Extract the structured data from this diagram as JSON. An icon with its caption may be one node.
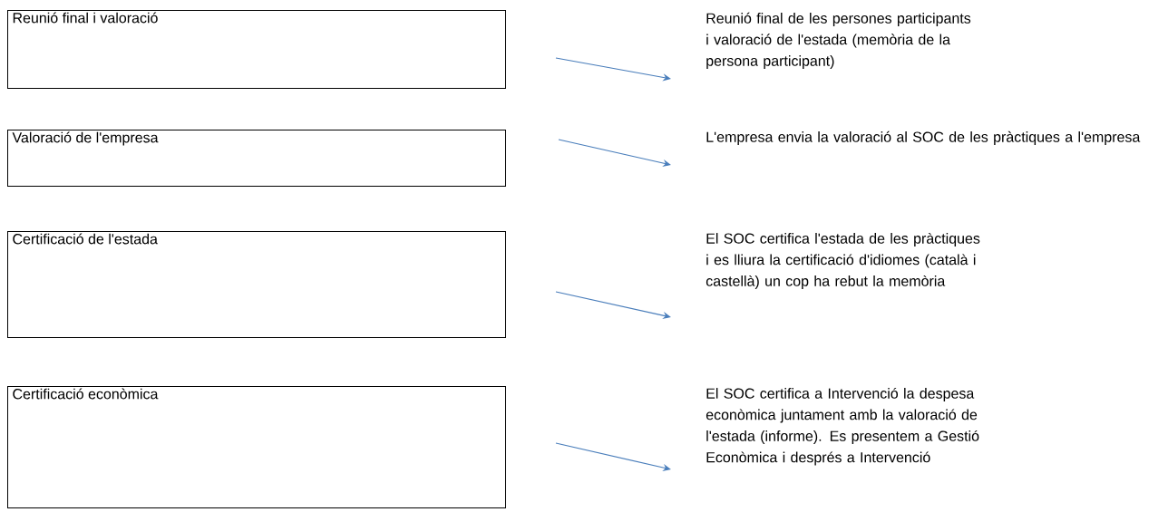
{
  "diagram": {
    "nodes": [
      {
        "text": [
          "Reunió final i valoració"
        ]
      },
      {
        "text": [
          "Reunió final de les persones participants i valoració de l'estada (memòria de la persona participant)"
        ]
      },
      {
        "text": [
          "Valoració de l'empresa"
        ]
      },
      {
        "text": [
          "L'empresa envia la valoració al SOC de les pràctiques a l'empresa"
        ]
      },
      {
        "text": [
          "Certificació de l'estada"
        ]
      },
      {
        "text": [
          "El SOC certifica l'estada de les pràctiques i es lliura la certificació d'idiomes (català i castellà) un cop ha rebut la memòria"
        ]
      },
      {
        "text": [
          "Certificació econòmica"
        ]
      },
      {
        "text": [
          "El SOC certifica  a Intervenció la despesa econòmica juntament amb la valoració de l'estada (informe). Es presentem a Gestió Econòmica i després a Intervenció"
        ]
      }
    ],
    "edges": [
      {
        "from": 0,
        "to": 1,
        "arrow": "to"
      },
      {
        "from": 2,
        "to": 3,
        "arrow": "to"
      },
      {
        "from": 4,
        "to": 5,
        "arrow": "to"
      },
      {
        "from": 6,
        "to": 7,
        "arrow": "to"
      }
    ]
  }
}
